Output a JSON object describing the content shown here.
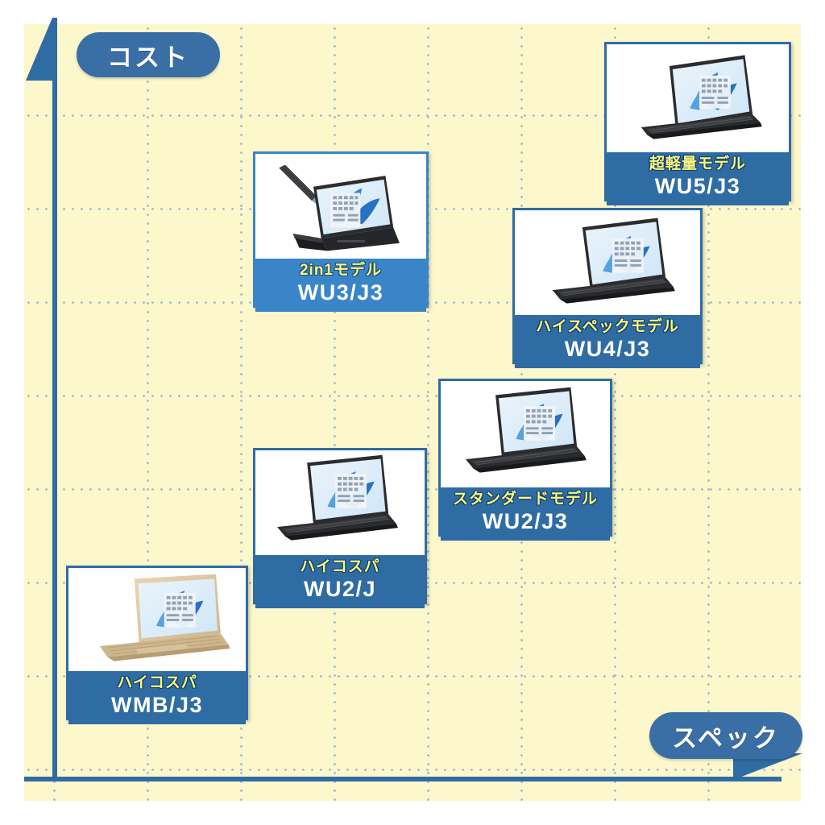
{
  "background": {
    "canvas_color": "#ffffff",
    "plot_color": "#fcf8cc",
    "grid_dot_color": "#a8bdd0",
    "axis_color": "#2f6ca4"
  },
  "axes": {
    "y_label": "コスト",
    "x_label": "スペック",
    "y_arrow": "up-arrow-icon",
    "x_arrow": "right-arrow-icon"
  },
  "chart_data": {
    "type": "scatter",
    "title": "",
    "xlabel": "スペック",
    "ylabel": "コスト",
    "grid": true,
    "legend": "none",
    "xlim": [
      0,
      10
    ],
    "ylim": [
      0,
      10
    ],
    "note": "Positioning map of laptop models: horizontal axis = spec, vertical axis = cost",
    "points": [
      {
        "label": "超軽量モデル",
        "code": "WU5/J3",
        "x": 8.5,
        "y": 9.2
      },
      {
        "label": "2in1モデル",
        "code": "WU3/J3",
        "x": 4.3,
        "y": 7.6
      },
      {
        "label": "ハイスペックモデル",
        "code": "WU4/J3",
        "x": 7.5,
        "y": 6.9
      },
      {
        "label": "スタンダードモデル",
        "code": "WU2/J3",
        "x": 6.3,
        "y": 4.8
      },
      {
        "label": "ハイコスパ",
        "code": "WU2/J",
        "x": 4.3,
        "y": 3.5
      },
      {
        "label": "ハイコスパ",
        "code": "WMB/J3",
        "x": 2.0,
        "y": 2.0
      }
    ]
  },
  "cards": [
    {
      "id": "wu5-j3",
      "model_label": "超軽量モデル",
      "model_code": "WU5/J3",
      "photo_alt": "ultra-light-laptop-photo",
      "accent": "#2f6ca4",
      "chassis": "dark"
    },
    {
      "id": "wu3-j3",
      "model_label": "2in1モデル",
      "model_code": "WU3/J3",
      "photo_alt": "convertible-2in1-laptop-with-stylus-photo",
      "accent": "#3a85c8",
      "chassis": "dark"
    },
    {
      "id": "wu4-j3",
      "model_label": "ハイスペックモデル",
      "model_code": "WU4/J3",
      "photo_alt": "high-spec-laptop-photo",
      "accent": "#2f6ca4",
      "chassis": "dark"
    },
    {
      "id": "wu2-j3",
      "model_label": "スタンダードモデル",
      "model_code": "WU2/J3",
      "photo_alt": "standard-laptop-photo",
      "accent": "#2f6ca4",
      "chassis": "dark"
    },
    {
      "id": "wu2-j",
      "model_label": "ハイコスパ",
      "model_code": "WU2/J",
      "photo_alt": "value-laptop-photo",
      "accent": "#2f6ca4",
      "chassis": "dark"
    },
    {
      "id": "wmb-j3",
      "model_label": "ハイコスパ",
      "model_code": "WMB/J3",
      "photo_alt": "value-gold-laptop-photo",
      "accent": "#2f6ca4",
      "chassis": "gold"
    }
  ]
}
